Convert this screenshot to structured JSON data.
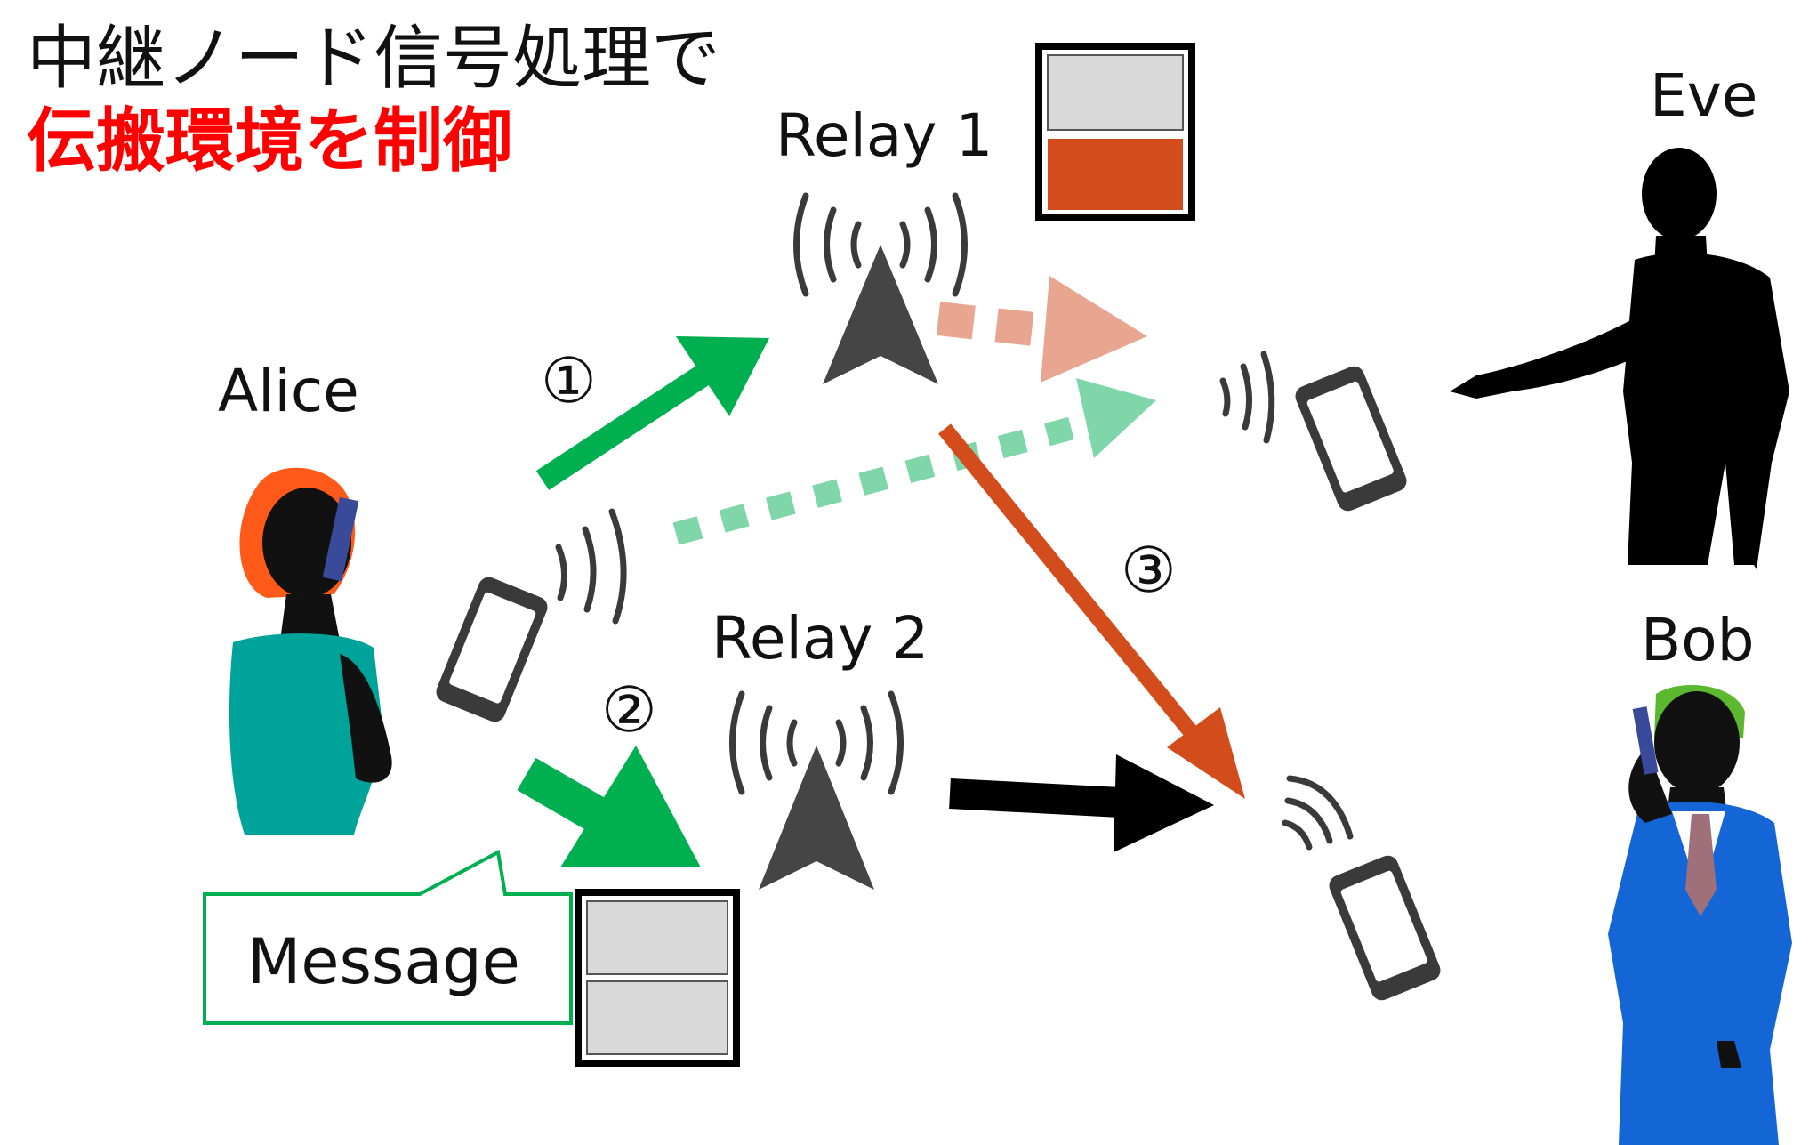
{
  "title": {
    "line1": "中継ノード信号処理で",
    "line2": "伝搬環境を制御"
  },
  "nodes": {
    "alice": "Alice",
    "eve": "Eve",
    "bob": "Bob",
    "relay1": "Relay 1",
    "relay2": "Relay 2"
  },
  "steps": {
    "step1": "①",
    "step2": "②",
    "step3": "③"
  },
  "message_label": "Message",
  "colors": {
    "green": "#00b050",
    "light_green": "#7fd6a8",
    "salmon": "#e8a690",
    "orange_red": "#d24c1c",
    "relay1_block": "#d24c1c",
    "alice_hair": "#ff5a1a",
    "alice_top": "#00a39a",
    "bob_hair": "#5cb82e",
    "bob_suit": "#1466d6",
    "title_red": "#ff0000"
  }
}
